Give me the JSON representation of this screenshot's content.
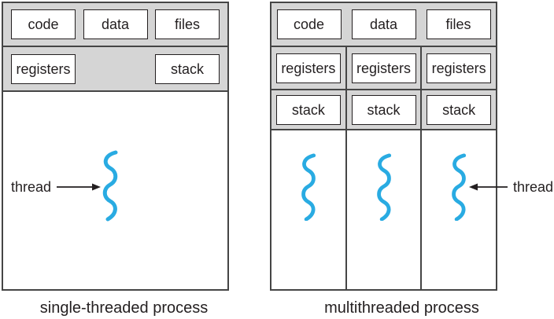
{
  "colors": {
    "thread_blue": "#29abe2",
    "band_gray": "#d5d5d5",
    "line_dark": "#231f20",
    "border_gray": "#454545",
    "background": "#ffffff"
  },
  "left": {
    "caption": "single-threaded process",
    "boxes": {
      "code": "code",
      "data": "data",
      "files": "files",
      "registers": "registers",
      "stack": "stack"
    },
    "thread_label": "thread"
  },
  "right": {
    "caption": "multithreaded process",
    "top_boxes": {
      "code": "code",
      "data": "data",
      "files": "files"
    },
    "columns": [
      {
        "registers": "registers",
        "stack": "stack"
      },
      {
        "registers": "registers",
        "stack": "stack"
      },
      {
        "registers": "registers",
        "stack": "stack"
      }
    ],
    "thread_label": "thread"
  },
  "icons": {
    "thread_squiggle": "vertical-wavy-line",
    "pointer": "solid-arrow"
  }
}
